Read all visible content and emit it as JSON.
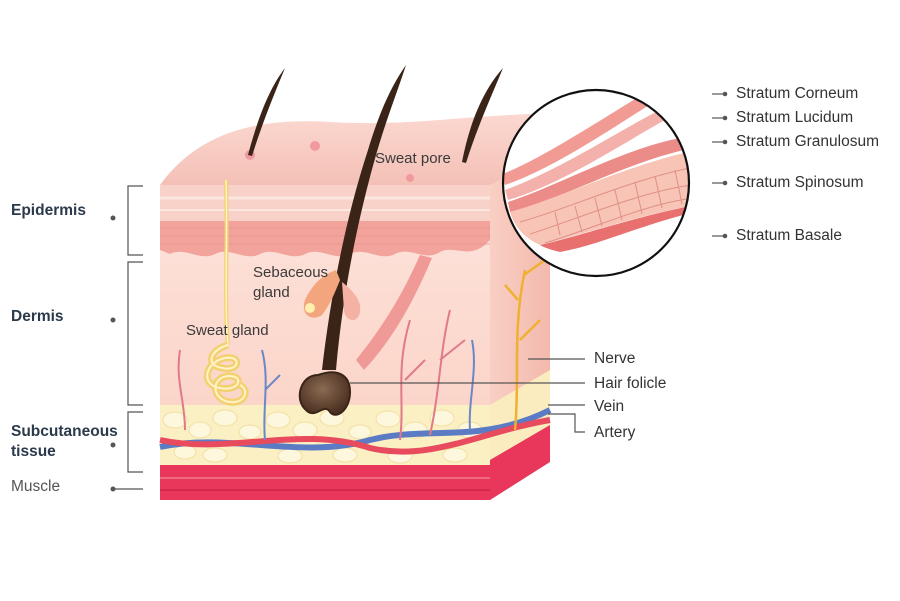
{
  "layers": {
    "epidermis": "Epidermis",
    "dermis": "Dermis",
    "subcutaneous_line1": "Subcutaneous",
    "subcutaneous_line2": "tissue",
    "muscle": "Muscle"
  },
  "inner_labels": {
    "sweat_pore": "Sweat pore",
    "sebaceous_line1": "Sebaceous",
    "sebaceous_line2": "gland",
    "sweat_gland": "Sweat gland"
  },
  "right_labels": {
    "nerve": "Nerve",
    "hair_follicle": "Hair folicle",
    "vein": "Vein",
    "artery": "Artery"
  },
  "strata": [
    "Stratum Corneum",
    "Stratum Lucidum",
    "Stratum Granulosum",
    "Stratum Spinosum",
    "Stratum Basale"
  ],
  "colors": {
    "skin_top": "#f7c9c0",
    "epidermis_band": "#f2a7a0",
    "dermis": "#fde0d8",
    "fat": "#fbf1c8",
    "muscle": "#e8375a",
    "hair": "#3a2418",
    "vein": "#5b7bc4",
    "artery": "#e84b5e",
    "nerve": "#f0c040",
    "leader": "#555555"
  }
}
